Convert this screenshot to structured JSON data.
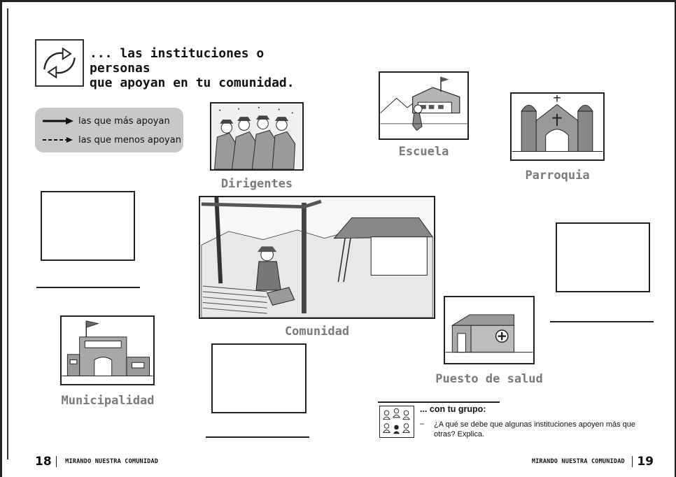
{
  "header": {
    "title_line1": "... las instituciones o personas",
    "title_line2": "que apoyan en tu comunidad."
  },
  "legend": {
    "solid_label": "las que más apoyan",
    "dashed_label": "las que menos apoyan"
  },
  "captions": {
    "dirigentes": "Dirigentes",
    "escuela": "Escuela",
    "parroquia": "Parroquia",
    "comunidad": "Comunidad",
    "puesto_de_salud": "Puesto de salud",
    "municipalidad": "Municipalidad"
  },
  "group_task": {
    "title": "... con tu grupo:",
    "dash": "–",
    "question": "¿A qué se debe que algunas instituciones apoyen más que otras? Explica."
  },
  "footer": {
    "left_page": "18",
    "left_title": "MIRANDO NUESTRA COMUNIDAD",
    "right_title": "MIRANDO NUESTRA COMUNIDAD",
    "right_page": "19"
  }
}
